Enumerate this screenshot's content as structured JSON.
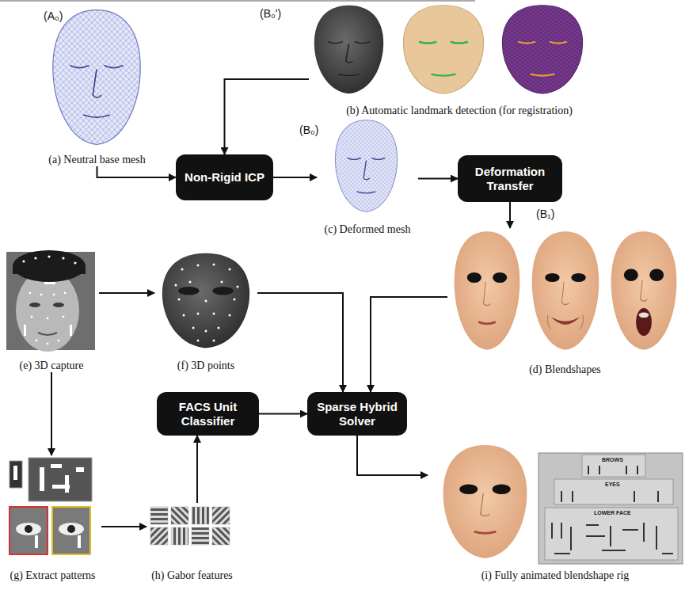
{
  "diagram": {
    "nodes": [
      {
        "text": [
          "(A₀)",
          "(a) Neutral base mesh"
        ]
      },
      {
        "text": [
          "(B₀')",
          "(b) Automatic landmark detection (for registration)"
        ]
      },
      {
        "text": [
          "Non-Rigid ICP"
        ]
      },
      {
        "text": [
          "(B₀)",
          "(c) Deformed mesh"
        ]
      },
      {
        "text": [
          "Deformation Transfer"
        ]
      },
      {
        "text": [
          "(e) 3D capture"
        ]
      },
      {
        "text": [
          "(f) 3D points"
        ]
      },
      {
        "text": [
          "(B₁)",
          "(d) Blendshapes"
        ]
      },
      {
        "text": [
          "FACS Unit Classifier"
        ]
      },
      {
        "text": [
          "Sparse Hybrid Solver"
        ]
      },
      {
        "text": [
          "(g) Extract patterns"
        ]
      },
      {
        "text": [
          "(h) Gabor features"
        ]
      },
      {
        "text": [
          "(i) Fully animated blendshape rig"
        ]
      }
    ],
    "edges": [
      {
        "from": 0,
        "to": 2,
        "arrow": "to"
      },
      {
        "from": 1,
        "to": 2,
        "arrow": "to"
      },
      {
        "from": 2,
        "to": 3,
        "arrow": "to"
      },
      {
        "from": 3,
        "to": 4,
        "arrow": "to"
      },
      {
        "from": 4,
        "to": 7,
        "arrow": "to"
      },
      {
        "from": 5,
        "to": 6,
        "arrow": "to"
      },
      {
        "from": 6,
        "to": 9,
        "arrow": "to"
      },
      {
        "from": 7,
        "to": 9,
        "arrow": "to"
      },
      {
        "from": 5,
        "to": 10,
        "arrow": "to"
      },
      {
        "from": 10,
        "to": 11,
        "arrow": "to"
      },
      {
        "from": 11,
        "to": 8,
        "arrow": "to"
      },
      {
        "from": 8,
        "to": 9,
        "arrow": "to"
      },
      {
        "from": 9,
        "to": 12,
        "arrow": "to"
      }
    ],
    "labels": [
      "BROWS",
      "EYES",
      "LOWER FACE"
    ]
  }
}
